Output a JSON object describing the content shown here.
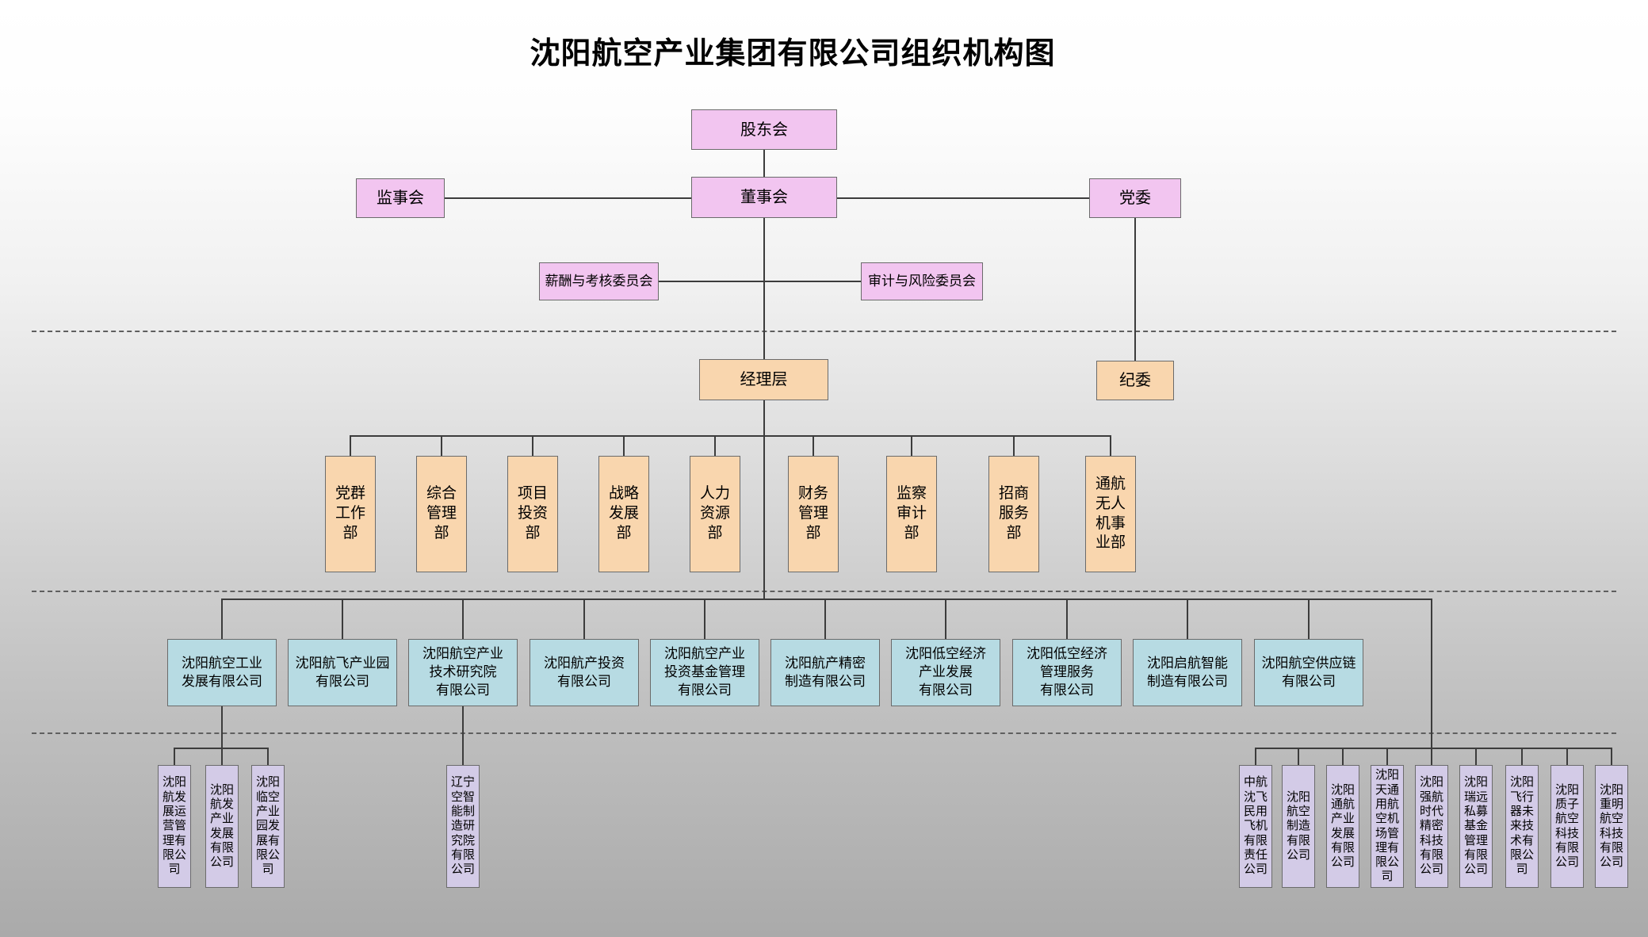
{
  "title": "沈阳航空产业集团有限公司组织机构图",
  "governance": {
    "shareholders": "股东会",
    "board": "董事会",
    "supervisory_board": "监事会",
    "party_committee": "党委",
    "compensation_committee": "薪酬与考核委员会",
    "audit_risk_committee": "审计与风险委员会",
    "management": "经理层",
    "discipline_committee": "纪委"
  },
  "departments": [
    "党群\n工作\n部",
    "综合\n管理\n部",
    "项目\n投资\n部",
    "战略\n发展\n部",
    "人力\n资源\n部",
    "财务\n管理\n部",
    "监察\n审计\n部",
    "招商\n服务\n部",
    "通航\n无人\n机事\n业部"
  ],
  "subsidiaries": [
    "沈阳航空工业\n发展有限公司",
    "沈阳航飞产业园\n有限公司",
    "沈阳航空产业\n技术研究院\n有限公司",
    "沈阳航产投资\n有限公司",
    "沈阳航空产业\n投资基金管理\n有限公司",
    "沈阳航产精密\n制造有限公司",
    "沈阳低空经济\n产业发展\n有限公司",
    "沈阳低空经济\n管理服务\n有限公司",
    "沈阳启航智能\n制造有限公司",
    "沈阳航空供应链\n有限公司"
  ],
  "affiliates": {
    "under_industry_development": [
      "沈阳\n航发\n展运\n营管\n理有\n限公\n司",
      "沈阳\n航发\n产业\n发展\n有限\n公司",
      "沈阳\n临空\n产业\n园发\n展有\n限公\n司"
    ],
    "under_research_institute": [
      "辽宁\n空智\n能制\n造研\n究院\n有限\n公司"
    ],
    "bottom_right_group": [
      "中航\n沈飞\n民用\n飞机\n有限\n责任\n公司",
      "沈阳\n航空\n制造\n有限\n公司",
      "沈阳\n通航\n产业\n发展\n有限\n公司",
      "沈阳\n天通\n用航\n空机\n场管\n理有\n限公\n司",
      "沈阳\n强航\n时代\n精密\n科技\n有限\n公司",
      "沈阳\n瑞远\n私募\n基金\n管理\n有限\n公司",
      "沈阳\n飞行\n器未\n来技\n术有\n限公\n司",
      "沈阳\n质子\n航空\n科技\n有限\n公司",
      "沈阳\n重明\n航空\n科技\n有限\n公司"
    ]
  },
  "colors": {
    "governance_fill": "#f2c5f0",
    "management_fill": "#f9d6ae",
    "subsidiary_fill": "#b7dbe3",
    "affiliate_fill": "#d3cbe7",
    "line": "#3c3c3c"
  }
}
